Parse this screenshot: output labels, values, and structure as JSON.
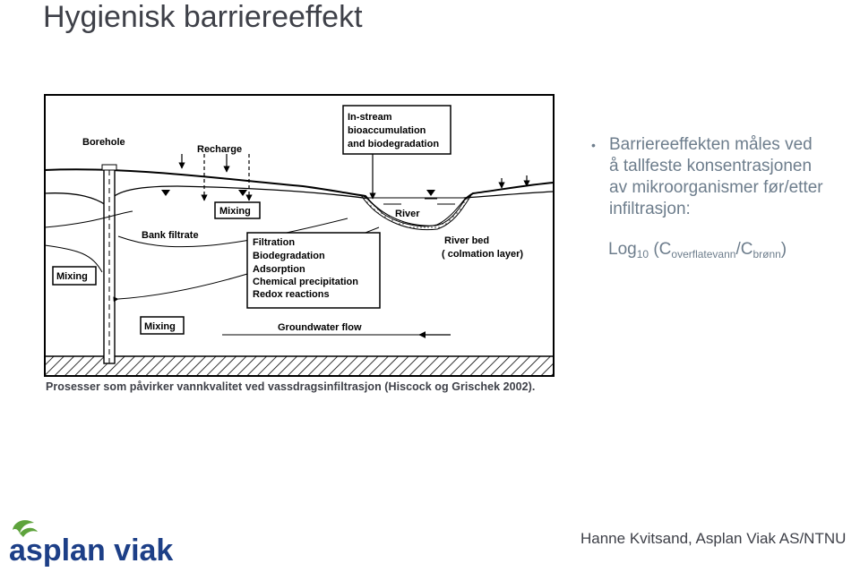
{
  "slide": {
    "title": "Hygienisk barriereeffekt",
    "bullet": "Barriereeffekten måles ved\nå tallfeste konsentrasjonen\nav mikroorganismer før/etter\ninfiltrasjon:",
    "formula": {
      "log": "Log",
      "log_base": "10",
      "open": " (C",
      "sub1": "overflatevann",
      "slash": "/C",
      "sub2": "brønn",
      "close": ")"
    },
    "caption": "Prosesser som påvirker vannkvalitet ved vassdragsinfiltrasjon (Hiscock og Grischek 2002).",
    "author": "Hanne Kvitsand, Asplan Viak AS/NTNU",
    "logo_text": "asplan viak"
  },
  "diagram": {
    "borehole": "Borehole",
    "recharge": "Recharge",
    "instream": [
      "In-stream",
      "bioaccumulation",
      "and biodegradation"
    ],
    "mixing_top": "Mixing",
    "mixing_left": "Mixing",
    "mixing_bottom": "Mixing",
    "bank_filtrate": "Bank filtrate",
    "river": "River",
    "river_bed": [
      "River bed",
      "( colmation layer)"
    ],
    "processes": [
      "Filtration",
      "Biodegradation",
      "Adsorption",
      "Chemical precipitation",
      "Redox reactions"
    ],
    "groundwater_flow": "Groundwater flow"
  },
  "colors": {
    "title": "#3e4048",
    "bullet": "#6d7d8c",
    "logo_green": "#5ea33c",
    "logo_blue": "#1d3f87"
  }
}
